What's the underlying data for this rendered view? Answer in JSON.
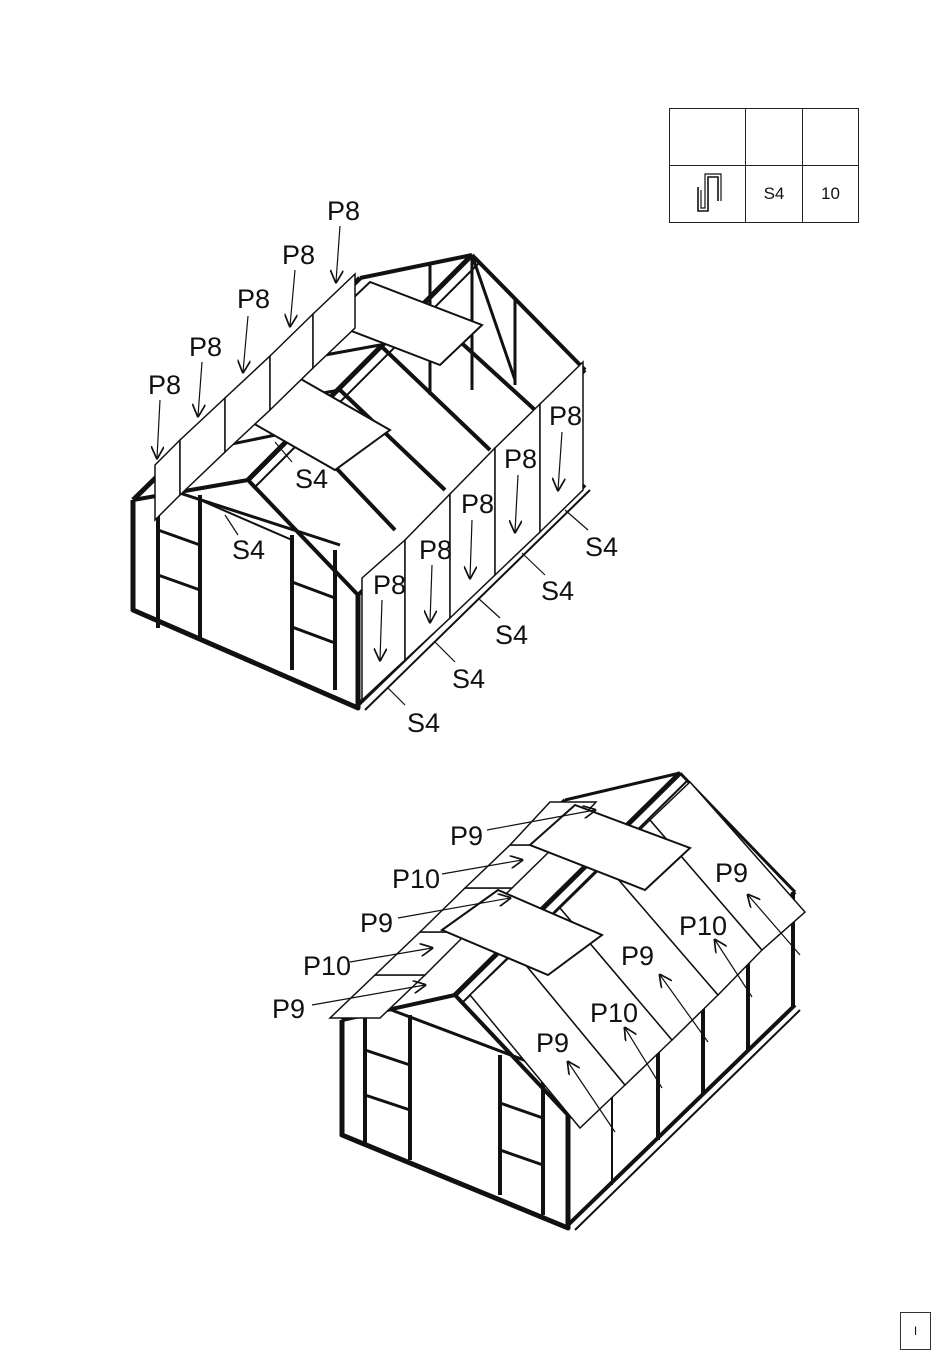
{
  "parts_table": {
    "rows": [
      {
        "icon": "",
        "code": "",
        "qty": ""
      },
      {
        "icon": "s-clip-icon",
        "code": "S4",
        "qty": "10"
      }
    ]
  },
  "page_marker": "I",
  "top_view": {
    "labels_p8": [
      "P8",
      "P8",
      "P8",
      "P8",
      "P8",
      "P8",
      "P8",
      "P8",
      "P8",
      "P8"
    ],
    "labels_s4": [
      "S4",
      "S4",
      "S4",
      "S4",
      "S4",
      "S4",
      "S4"
    ]
  },
  "bottom_view": {
    "labels_left": [
      "P9",
      "P10",
      "P9",
      "P10",
      "P9"
    ],
    "labels_right": [
      "P9",
      "P10",
      "P9",
      "P10",
      "P9"
    ]
  }
}
